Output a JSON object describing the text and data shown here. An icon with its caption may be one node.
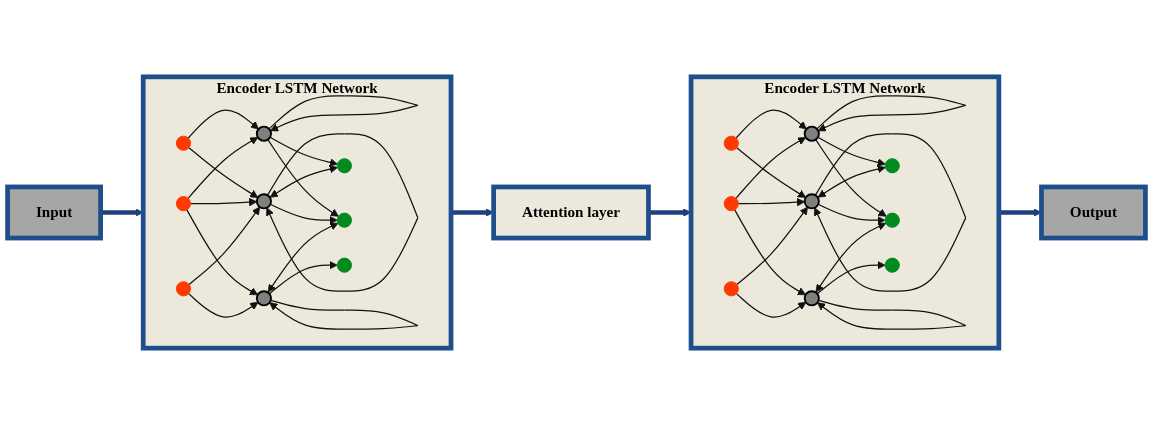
{
  "diagram": {
    "nodes": [
      {
        "text": [
          "Input"
        ]
      },
      {
        "text": [
          "Encoder LSTM Network"
        ]
      },
      {
        "text": [],
        "shape": "circle",
        "in": 1
      },
      {
        "text": [],
        "shape": "circle",
        "in": 1
      },
      {
        "text": [],
        "shape": "circle",
        "in": 1
      },
      {
        "text": [],
        "shape": "circle",
        "in": 1
      },
      {
        "text": [],
        "shape": "circle",
        "in": 1
      },
      {
        "text": [],
        "shape": "circle",
        "in": 1
      },
      {
        "text": [],
        "shape": "circle",
        "in": 1
      },
      {
        "text": [],
        "shape": "circle",
        "in": 1
      },
      {
        "text": [],
        "shape": "circle",
        "in": 1
      },
      {
        "text": [
          "Attention layer"
        ]
      },
      {
        "text": [
          "Encoder LSTM Network"
        ]
      },
      {
        "text": [],
        "shape": "circle",
        "in": 12
      },
      {
        "text": [],
        "shape": "circle",
        "in": 12
      },
      {
        "text": [],
        "shape": "circle",
        "in": 12
      },
      {
        "text": [],
        "shape": "circle",
        "in": 12
      },
      {
        "text": [],
        "shape": "circle",
        "in": 12
      },
      {
        "text": [],
        "shape": "circle",
        "in": 12
      },
      {
        "text": [],
        "shape": "circle",
        "in": 12
      },
      {
        "text": [],
        "shape": "circle",
        "in": 12
      },
      {
        "text": [],
        "shape": "circle",
        "in": 12
      },
      {
        "text": [
          "Output"
        ]
      }
    ],
    "edges": [
      {
        "from": 0,
        "to": 1,
        "arrow": "to",
        "style": "thick",
        "color": "#1f3f7f"
      },
      {
        "from": 2,
        "to": 3,
        "arrow": "to"
      },
      {
        "from": 2,
        "to": 6,
        "arrow": "to"
      },
      {
        "from": 5,
        "to": 3,
        "arrow": "to"
      },
      {
        "from": 5,
        "to": 6,
        "arrow": "to"
      },
      {
        "from": 5,
        "to": 9,
        "arrow": "to"
      },
      {
        "from": 8,
        "to": 6,
        "arrow": "to"
      },
      {
        "from": 8,
        "to": 9,
        "arrow": "to"
      },
      {
        "from": 3,
        "to": 3,
        "arrow": "to"
      },
      {
        "from": 6,
        "to": 6,
        "arrow": "to"
      },
      {
        "from": 9,
        "to": 9,
        "arrow": "to"
      },
      {
        "from": 3,
        "to": 4,
        "arrow": "to"
      },
      {
        "from": 3,
        "to": 7,
        "arrow": "to"
      },
      {
        "from": 6,
        "to": 7,
        "arrow": "to"
      },
      {
        "from": 6,
        "to": 4,
        "arrow": "both"
      },
      {
        "from": 9,
        "to": 10,
        "arrow": "to"
      },
      {
        "from": 9,
        "to": 7,
        "arrow": "both"
      },
      {
        "from": 1,
        "to": 11,
        "arrow": "to",
        "style": "thick",
        "color": "#1f3f7f"
      },
      {
        "from": 11,
        "to": 12,
        "arrow": "to",
        "style": "thick",
        "color": "#1f3f7f"
      },
      {
        "from": 13,
        "to": 14,
        "arrow": "to"
      },
      {
        "from": 13,
        "to": 17,
        "arrow": "to"
      },
      {
        "from": 16,
        "to": 14,
        "arrow": "to"
      },
      {
        "from": 16,
        "to": 17,
        "arrow": "to"
      },
      {
        "from": 16,
        "to": 20,
        "arrow": "to"
      },
      {
        "from": 19,
        "to": 17,
        "arrow": "to"
      },
      {
        "from": 19,
        "to": 20,
        "arrow": "to"
      },
      {
        "from": 14,
        "to": 14,
        "arrow": "to"
      },
      {
        "from": 17,
        "to": 17,
        "arrow": "to"
      },
      {
        "from": 20,
        "to": 20,
        "arrow": "to"
      },
      {
        "from": 14,
        "to": 15,
        "arrow": "to"
      },
      {
        "from": 14,
        "to": 18,
        "arrow": "to"
      },
      {
        "from": 17,
        "to": 18,
        "arrow": "to"
      },
      {
        "from": 17,
        "to": 15,
        "arrow": "both"
      },
      {
        "from": 20,
        "to": 21,
        "arrow": "to"
      },
      {
        "from": 20,
        "to": 18,
        "arrow": "both"
      },
      {
        "from": 12,
        "to": 22,
        "arrow": "to",
        "style": "thick",
        "color": "#1f3f7f"
      }
    ]
  }
}
